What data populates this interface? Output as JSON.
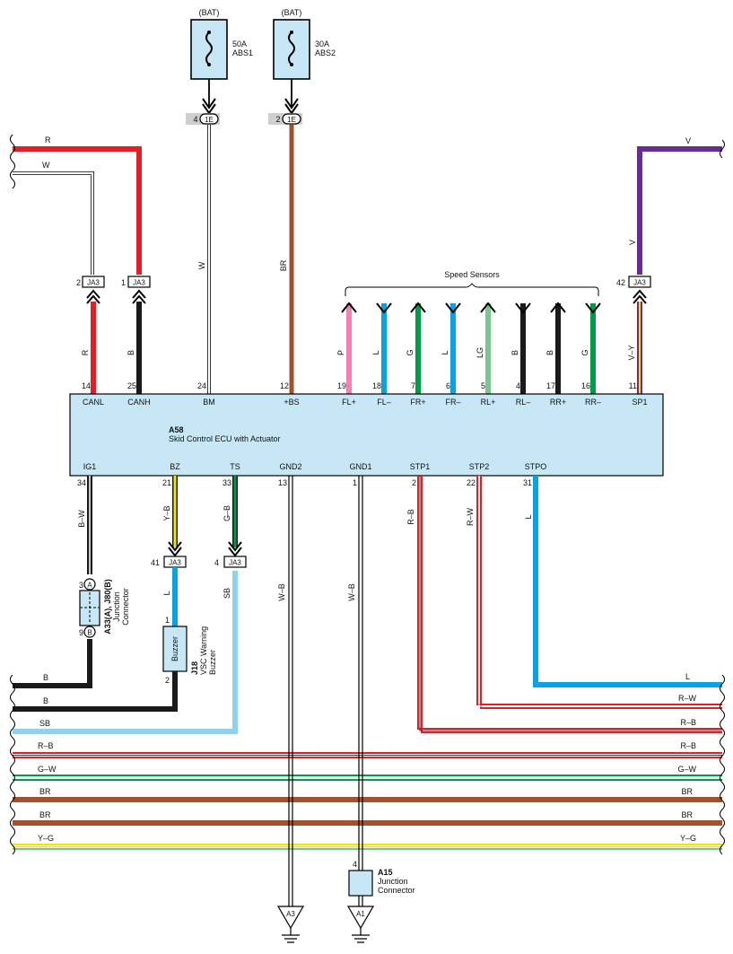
{
  "ecu": {
    "id": "A58",
    "name": "Skid Control ECU with Actuator",
    "top_pins": [
      {
        "num": "14",
        "name": "CANL"
      },
      {
        "num": "25",
        "name": "CANH"
      },
      {
        "num": "24",
        "name": "BM"
      },
      {
        "num": "12",
        "name": "+BS"
      },
      {
        "num": "19",
        "name": "FL+"
      },
      {
        "num": "18",
        "name": "FL–"
      },
      {
        "num": "7",
        "name": "FR+"
      },
      {
        "num": "6",
        "name": "FR–"
      },
      {
        "num": "5",
        "name": "RL+"
      },
      {
        "num": "4",
        "name": "RL–"
      },
      {
        "num": "17",
        "name": "RR+"
      },
      {
        "num": "16",
        "name": "RR–"
      },
      {
        "num": "11",
        "name": "SP1"
      }
    ],
    "bottom_pins": [
      {
        "num": "34",
        "name": "IG1"
      },
      {
        "num": "21",
        "name": "BZ"
      },
      {
        "num": "33",
        "name": "TS"
      },
      {
        "num": "13",
        "name": "GND2"
      },
      {
        "num": "1",
        "name": "GND1"
      },
      {
        "num": "2",
        "name": "STP1"
      },
      {
        "num": "22",
        "name": "STP2"
      },
      {
        "num": "31",
        "name": "STPO"
      }
    ]
  },
  "fuses": [
    {
      "source": "(BAT)",
      "rating": "50A",
      "name": "ABS1",
      "conn_pin": "4",
      "conn": "1E"
    },
    {
      "source": "(BAT)",
      "rating": "30A",
      "name": "ABS2",
      "conn_pin": "2",
      "conn": "1E"
    }
  ],
  "speed_sensors_label": "Speed Sensors",
  "sensor_wire_colors": [
    "P",
    "L",
    "G",
    "L",
    "LG",
    "B",
    "B",
    "G"
  ],
  "top_wires": {
    "canl": {
      "conn_pin": "2",
      "conn": "JA3",
      "color": "R",
      "off_page": "R"
    },
    "canh": {
      "conn_pin": "1",
      "conn": "JA3",
      "color": "B",
      "off_page": "W"
    },
    "bm": {
      "color": "W"
    },
    "bs": {
      "color": "BR"
    },
    "sp1": {
      "conn_pin": "42",
      "conn": "JA3",
      "color_low": "V–Y",
      "color_high": "V",
      "off_page": "V"
    }
  },
  "bottom_wires": {
    "ig1": {
      "color": "B–W"
    },
    "bz": {
      "color": "Y–B",
      "conn_pin": "41",
      "conn": "JA3",
      "color_after": "L"
    },
    "ts": {
      "color": "G–B",
      "conn_pin": "4",
      "conn": "JA3",
      "color_after": "SB"
    },
    "gnd2": {
      "color": "W–B"
    },
    "gnd1": {
      "color": "W–B"
    },
    "stp1": {
      "color": "R–B"
    },
    "stp2": {
      "color": "R–W"
    },
    "stpo": {
      "color": "L"
    }
  },
  "junction_a33": {
    "id": "A33(A), J80(B)",
    "label_line1": "Junction",
    "label_line2": "Connector",
    "pin_top": "3",
    "pin_bottom": "9",
    "letter_a": "A",
    "letter_b": "B"
  },
  "buzzer": {
    "id": "J18",
    "label_line1": "VSC Warning",
    "label_line2": "Buzzer",
    "inner": "Buzzer",
    "pin_top": "1",
    "pin_bottom": "2"
  },
  "junction_a15": {
    "id": "A15",
    "label_line1": "Junction",
    "label_line2": "Connector",
    "pin": "4"
  },
  "grounds": [
    "A3",
    "A1"
  ],
  "bus_left_labels": [
    "B",
    "B",
    "SB",
    "R–B",
    "G–W",
    "BR",
    "BR",
    "Y–G"
  ],
  "bus_right_labels": [
    "L",
    "R–W",
    "R–B",
    "R–B",
    "G–W",
    "BR",
    "BR",
    "Y–G"
  ],
  "colors": {
    "red": "#e31e24",
    "black": "#1a1a1a",
    "brown": "#a0522d",
    "violet": "#6a2c91",
    "pink": "#ee82b4",
    "blue": "#0aa3e0",
    "green": "#009b48",
    "light_green": "#7ac68f",
    "yellow": "#f2e300",
    "sky_blue": "#8fd1f0",
    "ecu_fill": "#c7e7f6"
  }
}
